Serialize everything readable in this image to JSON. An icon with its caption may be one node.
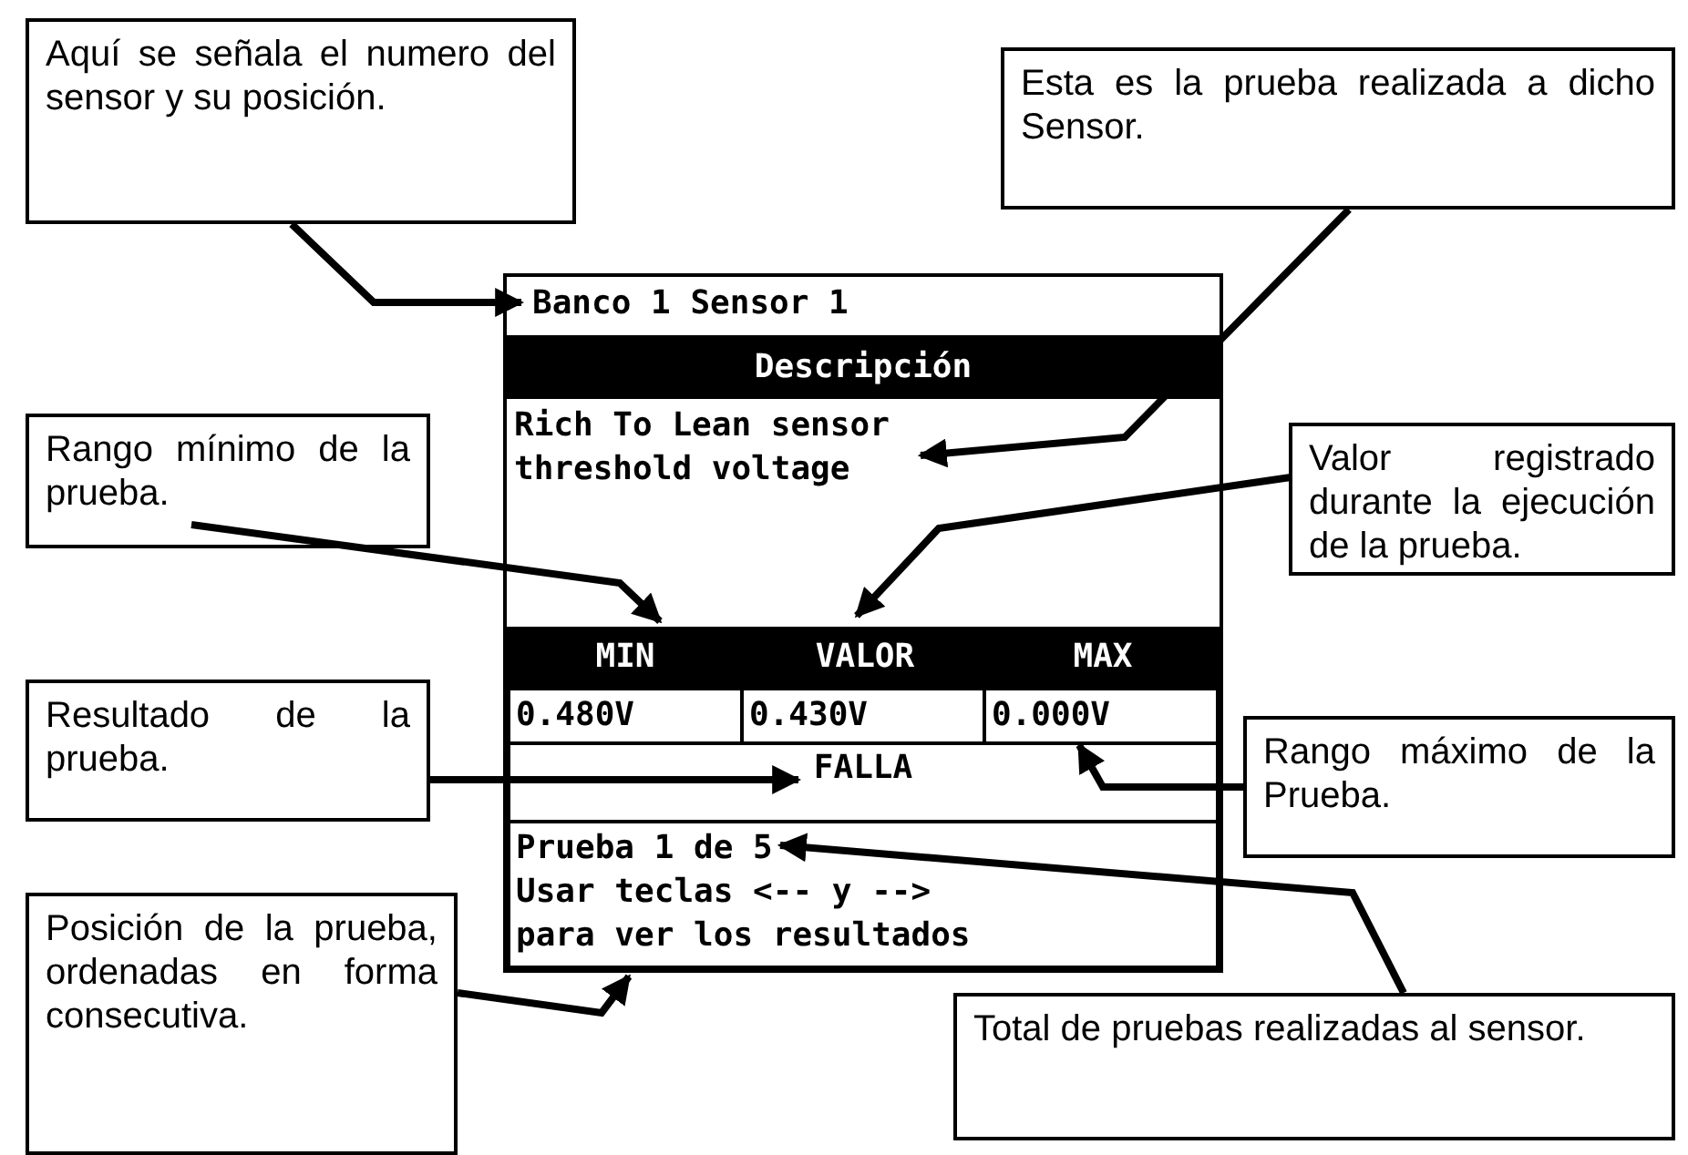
{
  "diagram": {
    "nodes": [
      {
        "text": [
          "Aquí se señala el numero del sensor y su posición."
        ]
      },
      {
        "text": [
          "Esta es la prueba realizada a dicho Sensor."
        ]
      },
      {
        "text": [],
        "shape": "box"
      },
      {
        "text": [
          "Banco 1 Sensor 1"
        ],
        "in": 2
      },
      {
        "text": [
          "Descripción"
        ],
        "in": 2
      },
      {
        "text": [
          "Rich To Lean sensor threshold voltage"
        ],
        "in": 2
      },
      {
        "text": [
          "MIN"
        ],
        "in": 2
      },
      {
        "text": [
          "VALOR"
        ],
        "in": 2
      },
      {
        "text": [
          "MAX"
        ],
        "in": 2
      },
      {
        "text": [
          "0.480V"
        ],
        "in": 2
      },
      {
        "text": [
          "0.430V"
        ],
        "in": 2
      },
      {
        "text": [
          "0.000V"
        ],
        "in": 2
      },
      {
        "text": [
          "FALLA"
        ],
        "in": 2
      },
      {
        "text": [
          "Prueba 1 de 5",
          "Usar teclas <-- y -->",
          "para ver los resultados"
        ],
        "in": 2
      },
      {
        "text": [
          "Valor registrado durante la ejecución de la prueba."
        ]
      },
      {
        "text": [
          "Rango mínimo de la prueba."
        ]
      },
      {
        "text": [
          "Resultado de la prueba."
        ]
      },
      {
        "text": [
          "Rango máximo de la Prueba."
        ]
      },
      {
        "text": [
          "Posición de la prueba, ordenadas en forma consecutiva."
        ]
      },
      {
        "text": [
          "Total de pruebas realizadas al sensor."
        ]
      }
    ],
    "edges": [
      {
        "from": 0,
        "to": 3,
        "arrow": "to"
      },
      {
        "from": 1,
        "to": 5,
        "arrow": "to"
      },
      {
        "from": 14,
        "to": 7,
        "arrow": "to"
      },
      {
        "from": 15,
        "to": 6,
        "arrow": "to"
      },
      {
        "from": 16,
        "to": 12,
        "arrow": "to"
      },
      {
        "from": 17,
        "to": 11,
        "arrow": "to"
      },
      {
        "from": 18,
        "to": 13,
        "arrow": "to"
      },
      {
        "from": 19,
        "to": 13,
        "arrow": "to"
      }
    ]
  }
}
